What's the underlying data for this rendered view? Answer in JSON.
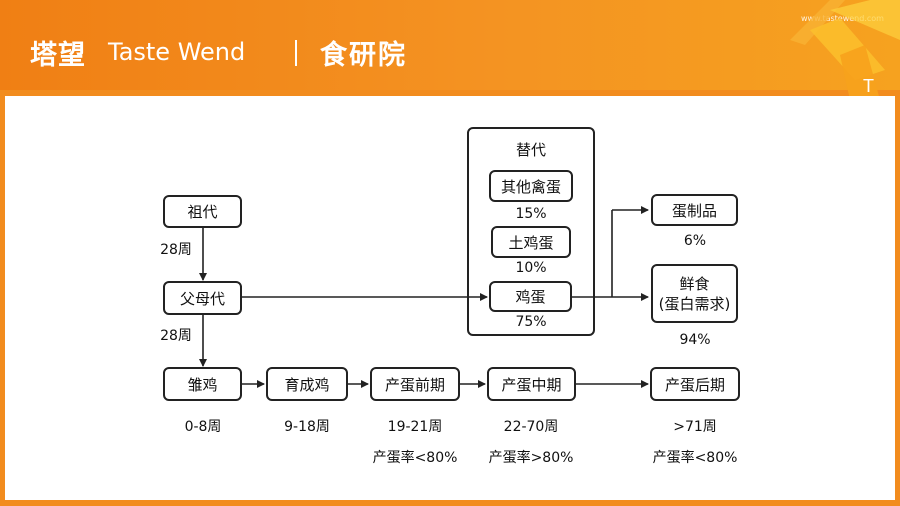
{
  "header": {
    "brand_cn": "塔望",
    "brand_en": "Taste Wend",
    "institute": "食研院",
    "url": "www.tastewend.com",
    "logo_letter": "T"
  },
  "colors": {
    "header_orange": "#F28C1E",
    "deco_yellow": "#FBC02D",
    "line": "#222222"
  },
  "diagram": {
    "grandparent": "祖代",
    "parent": "父母代",
    "duration_1": "28周",
    "duration_2": "28周",
    "substitute_title": "替代",
    "other_poultry_eggs": "其他禽蛋",
    "other_poultry_share": "15%",
    "native_eggs": "土鸡蛋",
    "native_share": "10%",
    "chicken_eggs": "鸡蛋",
    "chicken_share": "75%",
    "egg_products": "蛋制品",
    "egg_products_share": "6%",
    "fresh_line1": "鲜食",
    "fresh_line2": "(蛋白需求)",
    "fresh_share": "94%",
    "stages": [
      {
        "name": "雏鸡",
        "period": "0-8周",
        "rate": ""
      },
      {
        "name": "育成鸡",
        "period": "9-18周",
        "rate": ""
      },
      {
        "name": "产蛋前期",
        "period": "19-21周",
        "rate": "产蛋率<80%"
      },
      {
        "name": "产蛋中期",
        "period": "22-70周",
        "rate": "产蛋率>80%"
      },
      {
        "name": "产蛋后期",
        "period": ">71周",
        "rate": "产蛋率<80%"
      }
    ]
  }
}
